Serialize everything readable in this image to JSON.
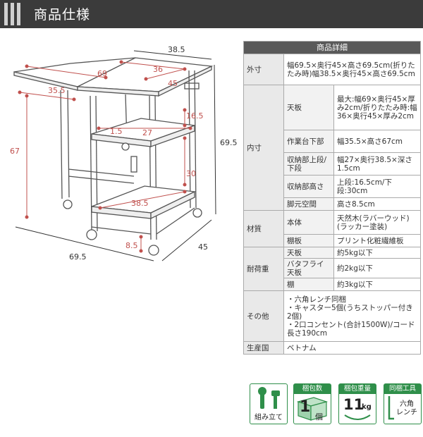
{
  "header": {
    "title": "商品仕様"
  },
  "diagram": {
    "dims": {
      "top_width": "38.5",
      "wing_width": "69",
      "top_depth": "36",
      "top_depth2": "45",
      "left_depth": "35.5",
      "left_height": "67",
      "shelf_width": "27",
      "shelf_gap": "16.5",
      "shelf_thickness": "1.5",
      "right_height": "69.5",
      "lower_height": "30",
      "bottom_width": "38.5",
      "floor_clearance": "8.5",
      "depth_total": "45",
      "width_total": "69.5"
    }
  },
  "spec": {
    "title": "商品詳細",
    "outer": {
      "label": "外寸",
      "value": "幅69.5×奥行45×高さ69.5cm(折りたたみ時)幅38.5×奥行45×高さ69.5cm"
    },
    "inner": {
      "label": "内寸",
      "top": {
        "label": "天板",
        "value": "最大:幅69×奥行45×厚み2cm/折りたたみ時:幅36×奥行45×厚み2cm"
      },
      "work": {
        "label": "作業台下部",
        "value": "幅35.5×高さ67cm"
      },
      "storage": {
        "label": "収納部上段/下段",
        "value": "幅27×奥行38.5×深さ1.5cm"
      },
      "storage_h": {
        "label": "収納部高さ",
        "value": "上段:16.5cm/下段:30cm"
      },
      "foot": {
        "label": "脚元空間",
        "value": "高さ8.5cm"
      }
    },
    "material": {
      "label": "材質",
      "body": {
        "label": "本体",
        "value": "天然木(ラバーウッド)(ラッカー塗装)"
      },
      "shelf": {
        "label": "棚板",
        "value": "プリント化粧繊維板"
      }
    },
    "load": {
      "label": "耐荷重",
      "top": {
        "label": "天板",
        "value": "約5kg以下"
      },
      "butterfly": {
        "label": "バタフライ天板",
        "value": "約2kg以下"
      },
      "shelf": {
        "label": "棚",
        "value": "約3kg以下"
      }
    },
    "other": {
      "label": "その他",
      "line1": "・六角レンチ同梱",
      "line2": "・キャスター5個(うちストッパー付き2個)",
      "line3": "・2口コンセント(合計1500W)/コード長さ190cm"
    },
    "origin": {
      "label": "生産国",
      "value": "ベトナム"
    }
  },
  "badges": {
    "assembly": {
      "label": "組み立て"
    },
    "packages": {
      "title": "梱包数",
      "value": "1",
      "unit": "個"
    },
    "weight": {
      "title": "梱包重量",
      "value": "11",
      "unit": "kg"
    },
    "tools": {
      "title": "同梱工具",
      "line1": "六角",
      "line2": "レンチ"
    }
  }
}
